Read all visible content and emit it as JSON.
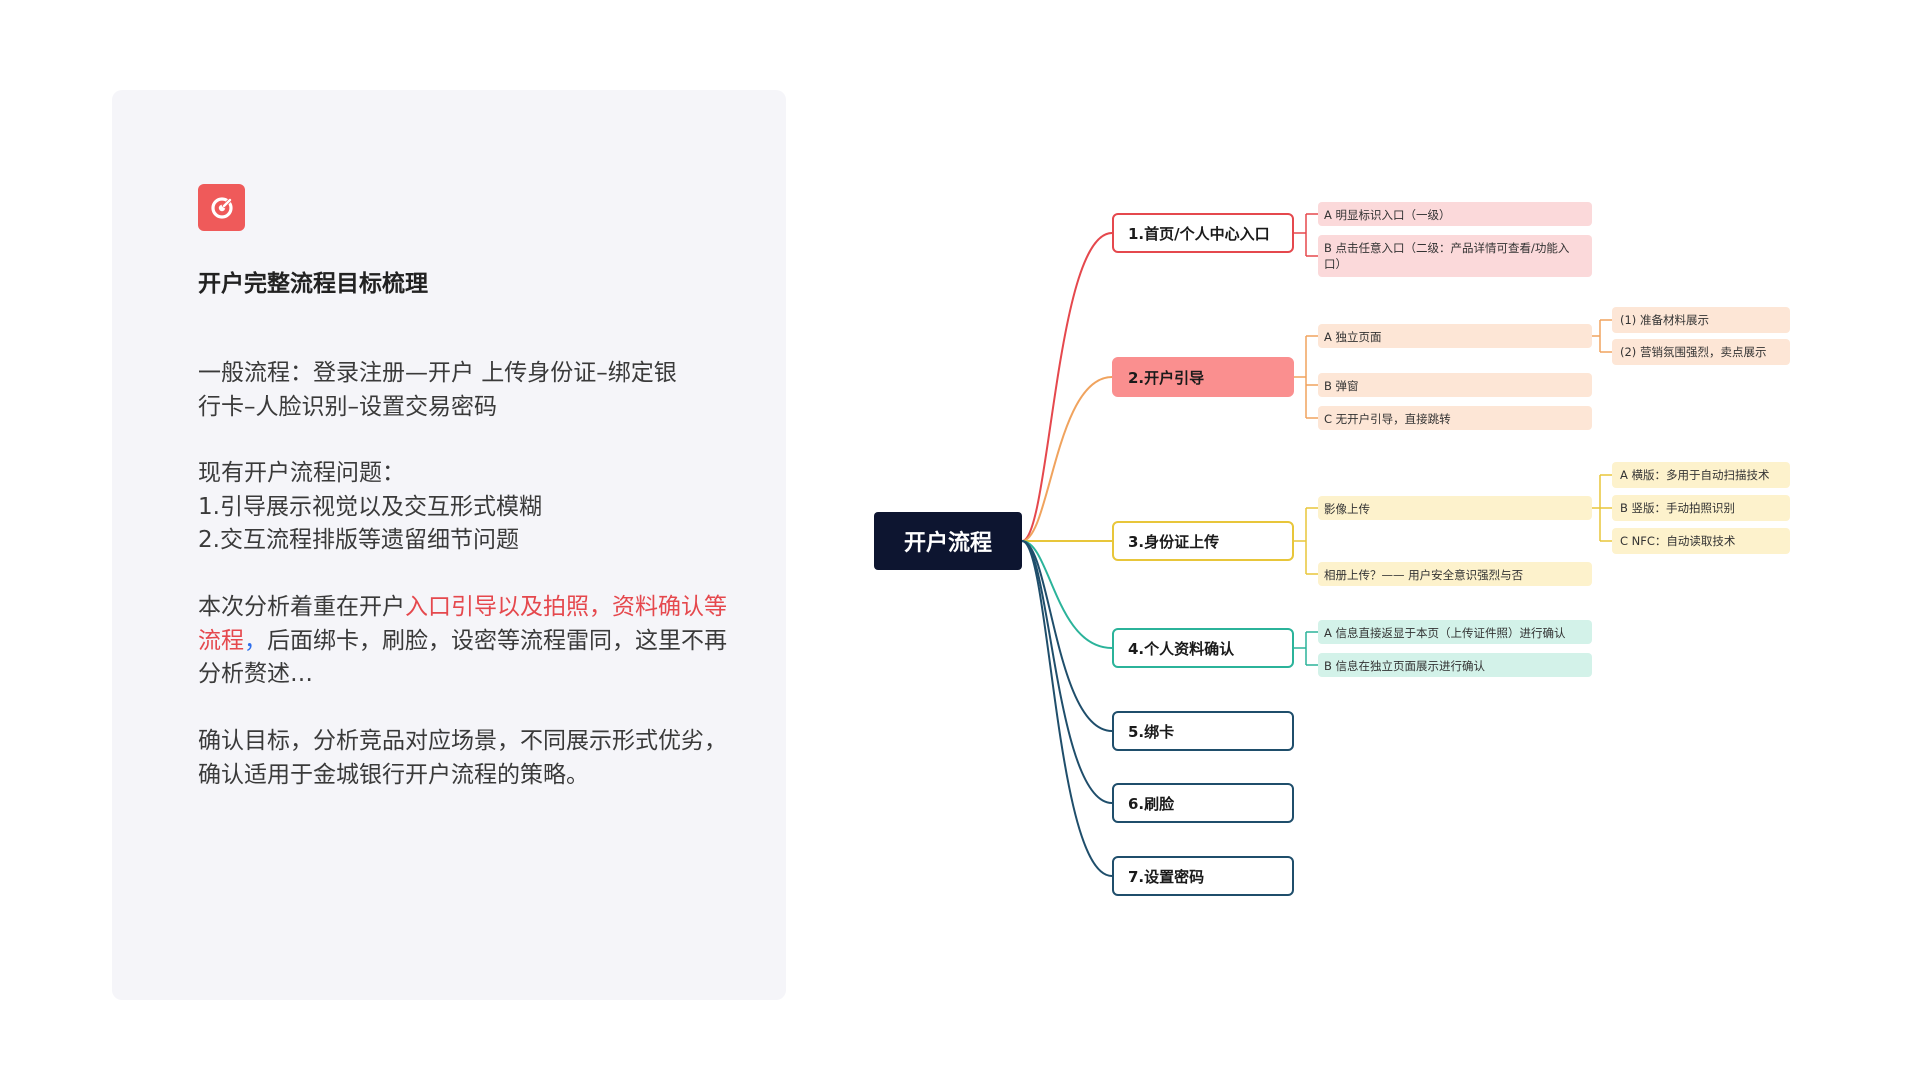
{
  "left_panel": {
    "heading": "开户完整流程目标梳理",
    "p1_line1": "一般流程：登录注册—开户 上传身份证–绑定银",
    "p1_line2": "行卡–人脸识别–设置交易密码",
    "p2_line1": "现有开户流程问题：",
    "p2_line2": "1.引导展示视觉以及交互形式模糊",
    "p2_line3": "2.交互流程排版等遗留细节问题",
    "p3_prefix": "本次分析着重在开户",
    "p3_highlight": "入口引导以及拍照，资料确认等流程",
    "p3_comma": "，",
    "p3_suffix": "后面绑卡，刷脸，设密等流程雷同，这里不再分析赘述…",
    "p4": "确认目标，分析竞品对应场景，不同展示形式优劣，确认适用于金城银行开户流程的策略。"
  },
  "mindmap": {
    "root": "开户流程",
    "branches": [
      {
        "label": "1.首页/个人中心入口",
        "color": "#e5484d",
        "leaves": [
          "A 明显标识入口（一级）",
          "B 点击任意入口（二级：产品详情可查看/功能入口）"
        ]
      },
      {
        "label": "2.开户引导",
        "color": "#f0a35e",
        "leaves": [
          "A 独立页面",
          "B 弹窗",
          "C 无开户引导，直接跳转"
        ],
        "subleaves": [
          "(1) 准备材料展示",
          "(2) 营销氛围强烈，卖点展示"
        ]
      },
      {
        "label": "3.身份证上传",
        "color": "#e8c63a",
        "leaves": [
          "影像上传",
          "相册上传？—— 用户安全意识强烈与否"
        ],
        "subleaves": [
          "A 横版：多用于自动扫描技术",
          "B 竖版：手动拍照识别",
          "C NFC：自动读取技术"
        ]
      },
      {
        "label": "4.个人资料确认",
        "color": "#2bb39a",
        "leaves": [
          "A 信息直接返显于本页（上传证件照）进行确认",
          "B 信息在独立页面展示进行确认"
        ]
      },
      {
        "label": "5.绑卡",
        "color": "#1f4e6b",
        "leaves": []
      },
      {
        "label": "6.刷脸",
        "color": "#1f4e6b",
        "leaves": []
      },
      {
        "label": "7.设置密码",
        "color": "#1f4e6b",
        "leaves": []
      }
    ],
    "colors": {
      "root_bg": "#0d1530",
      "leaf_red": "#fbd9da",
      "leaf_orange": "#fde6d6",
      "leaf_yellow": "#fdf2cc",
      "leaf_green": "#d3f2e9",
      "branch2_fill": "#fa8f8f"
    }
  }
}
